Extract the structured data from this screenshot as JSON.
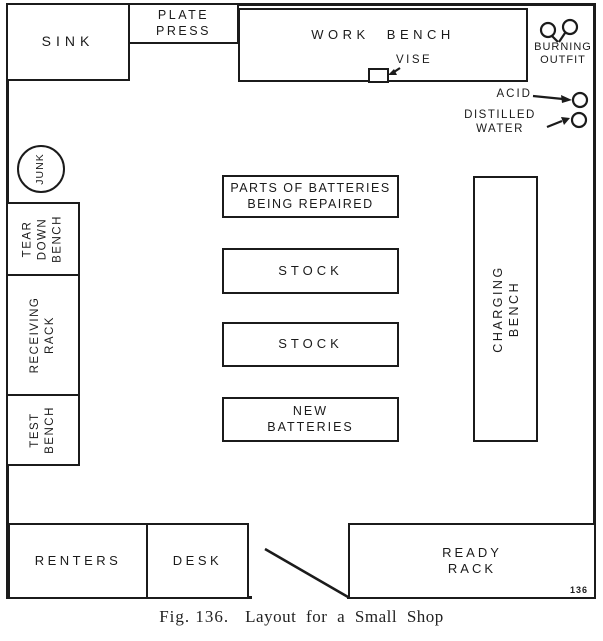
{
  "colors": {
    "ink": "#1b1b1b",
    "paper": "#ffffff"
  },
  "plan": {
    "sink": "SINK",
    "plate_press": "PLATE\nPRESS",
    "work_bench": "WORK BENCH",
    "vise": "VISE",
    "burning_outfit": "BURNING\nOUTFIT",
    "acid": "ACID",
    "distilled_water": "DISTILLED\nWATER",
    "junk": "JUNK",
    "tear_down_bench": "TEAR\nDOWN\nBENCH",
    "receiving_rack": "RECEIVING\nRACK",
    "test_bench": "TEST\nBENCH",
    "parts_of_batteries": "PARTS OF BATTERIES\nBEING REPAIRED",
    "stock_upper": "STOCK",
    "stock_lower": "STOCK",
    "new_batteries": "NEW\nBATTERIES",
    "charging_bench": "CHARGING BENCH",
    "renters": "RENTERS",
    "desk": "DESK",
    "ready_rack": "READY\nRACK",
    "plate_number": "136"
  },
  "caption": {
    "fig_label": "Fig. 136.",
    "title": "Layout for a Small Shop"
  }
}
